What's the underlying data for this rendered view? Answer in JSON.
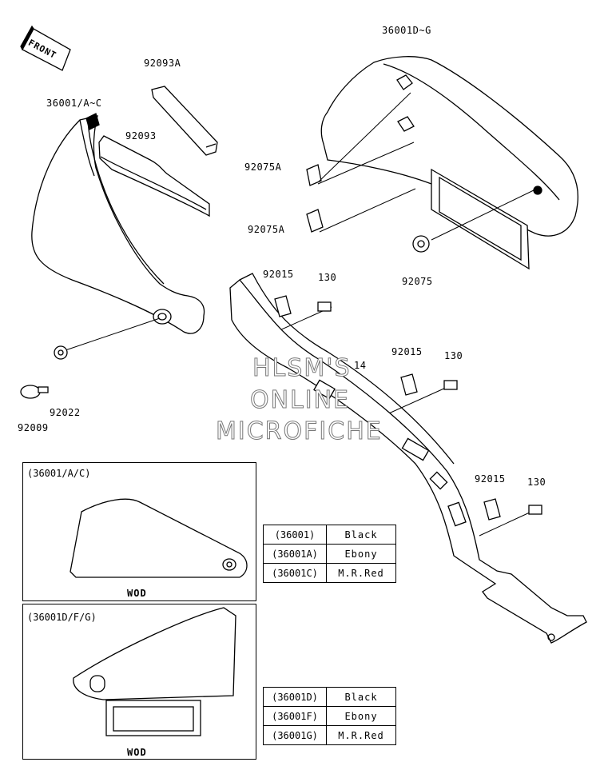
{
  "front_label": "FRONT",
  "part_numbers": {
    "p36001dg": "36001D~G",
    "p92093a": "92093A",
    "p36001ac": "36001/A~C",
    "p92093": "92093",
    "p92075a_1": "92075A",
    "p92075a_2": "92075A",
    "p92075": "92075",
    "p92015_1": "92015",
    "p130_1": "130",
    "p92015_2": "92015",
    "p130_2": "130",
    "p92015_3": "92015",
    "p130_3": "130",
    "p92022": "92022",
    "p92009": "92009",
    "p14": "14"
  },
  "watermark": {
    "line1": "HLSM'S",
    "line2": "ONLINE",
    "line3": "MICROFICHE"
  },
  "inset1": {
    "title": "(36001/A/C)",
    "label": "WOD"
  },
  "inset2": {
    "title": "(36001D/F/G)",
    "label": "WOD"
  },
  "color_table_1": [
    {
      "code": "(36001)",
      "color": "Black"
    },
    {
      "code": "(36001A)",
      "color": "Ebony"
    },
    {
      "code": "(36001C)",
      "color": "M.R.Red"
    }
  ],
  "color_table_2": [
    {
      "code": "(36001D)",
      "color": "Black"
    },
    {
      "code": "(36001F)",
      "color": "Ebony"
    },
    {
      "code": "(36001G)",
      "color": "M.R.Red"
    }
  ]
}
